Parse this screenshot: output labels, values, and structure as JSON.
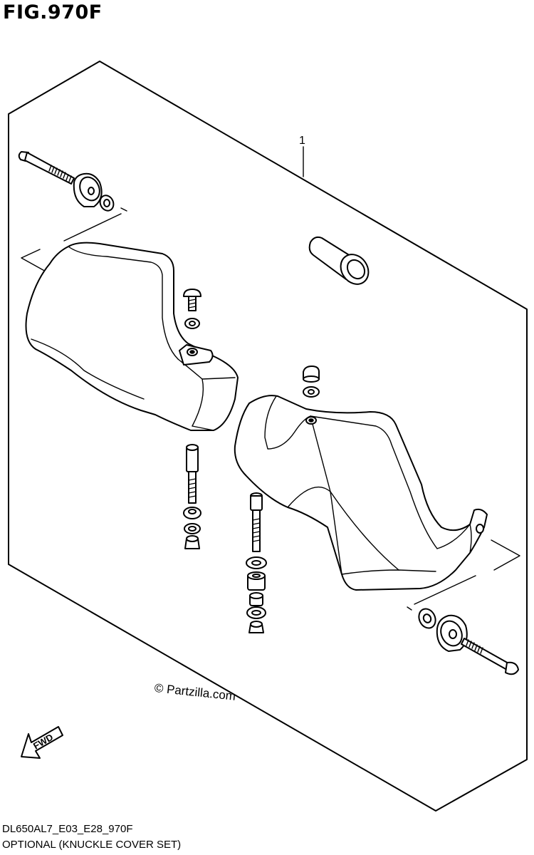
{
  "figure": {
    "title": "FIG.970F",
    "drawing_code": "DL650AL7_E03_E28_970F",
    "caption": "OPTIONAL (KNUCKLE COVER SET)"
  },
  "callouts": [
    {
      "ref": "1"
    }
  ],
  "watermark": "© Partzilla.com",
  "fwd_arrow": {
    "label": "FWD"
  },
  "icons": [
    "fwd-arrow-icon"
  ],
  "colors": {
    "ink": "#000000",
    "paper": "#ffffff"
  }
}
